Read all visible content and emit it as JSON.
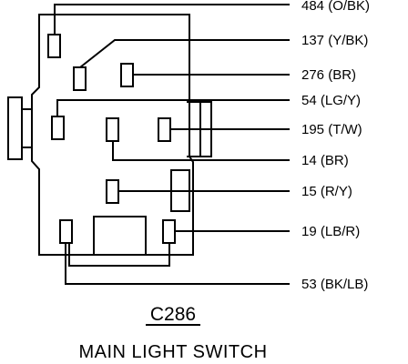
{
  "connector_id": "C286",
  "caption": "MAIN LIGHT SWITCH",
  "wires": [
    {
      "circuit": "484",
      "color": "(O/BK)"
    },
    {
      "circuit": "137",
      "color": "(Y/BK)"
    },
    {
      "circuit": "276",
      "color": "(BR)"
    },
    {
      "circuit": "54",
      "color": "(LG/Y)"
    },
    {
      "circuit": "195",
      "color": "(T/W)"
    },
    {
      "circuit": "14",
      "color": "(BR)"
    },
    {
      "circuit": "15",
      "color": "(R/Y)"
    },
    {
      "circuit": "19",
      "color": "(LB/R)"
    },
    {
      "circuit": "53",
      "color": "(BK/LB)"
    }
  ]
}
